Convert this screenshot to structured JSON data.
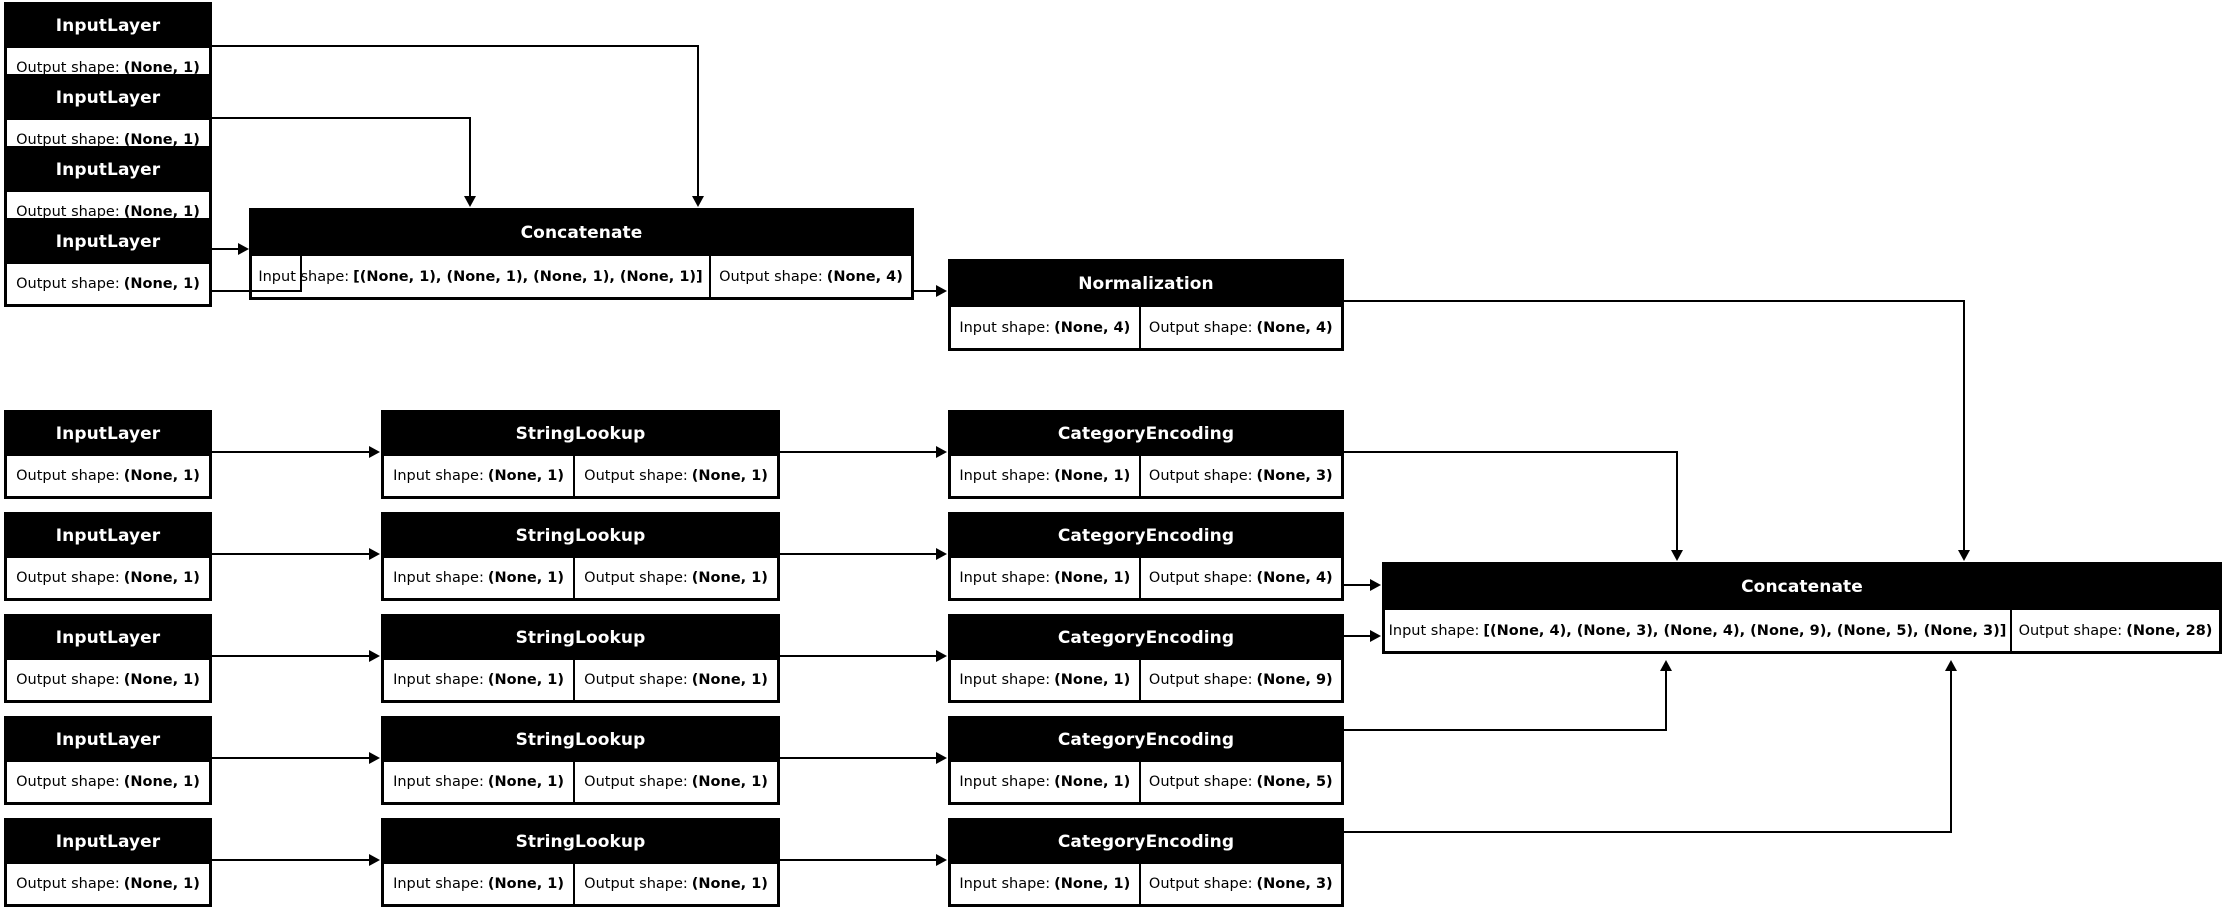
{
  "diagram": {
    "title": "Keras functional model plot",
    "kind": "model-architecture",
    "colors": {
      "node_fill": "#000000",
      "node_text": "#ffffff",
      "shape_fill": "#ffffff",
      "shape_text": "#000000",
      "edge": "#000000",
      "background": "#ffffff"
    },
    "labels": {
      "input_shape": "Input shape:",
      "output_shape": "Output shape:"
    }
  },
  "nodes": {
    "num_inputs": [
      {
        "type": "InputLayer",
        "output_shape": "(None, 1)"
      },
      {
        "type": "InputLayer",
        "output_shape": "(None, 1)"
      },
      {
        "type": "InputLayer",
        "output_shape": "(None, 1)"
      },
      {
        "type": "InputLayer",
        "output_shape": "(None, 1)"
      }
    ],
    "num_concat": {
      "type": "Concatenate",
      "input_shape": "[(None, 1), (None, 1), (None, 1), (None, 1)]",
      "output_shape": "(None, 4)"
    },
    "normalization": {
      "type": "Normalization",
      "input_shape": "(None, 4)",
      "output_shape": "(None, 4)"
    },
    "cat_rows": [
      {
        "input": {
          "type": "InputLayer",
          "output_shape": "(None, 1)"
        },
        "lookup": {
          "type": "StringLookup",
          "input_shape": "(None, 1)",
          "output_shape": "(None, 1)"
        },
        "encoding": {
          "type": "CategoryEncoding",
          "input_shape": "(None, 1)",
          "output_shape": "(None, 3)"
        }
      },
      {
        "input": {
          "type": "InputLayer",
          "output_shape": "(None, 1)"
        },
        "lookup": {
          "type": "StringLookup",
          "input_shape": "(None, 1)",
          "output_shape": "(None, 1)"
        },
        "encoding": {
          "type": "CategoryEncoding",
          "input_shape": "(None, 1)",
          "output_shape": "(None, 4)"
        }
      },
      {
        "input": {
          "type": "InputLayer",
          "output_shape": "(None, 1)"
        },
        "lookup": {
          "type": "StringLookup",
          "input_shape": "(None, 1)",
          "output_shape": "(None, 1)"
        },
        "encoding": {
          "type": "CategoryEncoding",
          "input_shape": "(None, 1)",
          "output_shape": "(None, 9)"
        }
      },
      {
        "input": {
          "type": "InputLayer",
          "output_shape": "(None, 1)"
        },
        "lookup": {
          "type": "StringLookup",
          "input_shape": "(None, 1)",
          "output_shape": "(None, 1)"
        },
        "encoding": {
          "type": "CategoryEncoding",
          "input_shape": "(None, 1)",
          "output_shape": "(None, 5)"
        }
      },
      {
        "input": {
          "type": "InputLayer",
          "output_shape": "(None, 1)"
        },
        "lookup": {
          "type": "StringLookup",
          "input_shape": "(None, 1)",
          "output_shape": "(None, 1)"
        },
        "encoding": {
          "type": "CategoryEncoding",
          "input_shape": "(None, 1)",
          "output_shape": "(None, 3)"
        }
      }
    ],
    "final_concat": {
      "type": "Concatenate",
      "input_shape": "[(None, 4), (None, 3), (None, 4), (None, 9), (None, 5), (None, 3)]",
      "output_shape": "(None, 28)"
    }
  }
}
